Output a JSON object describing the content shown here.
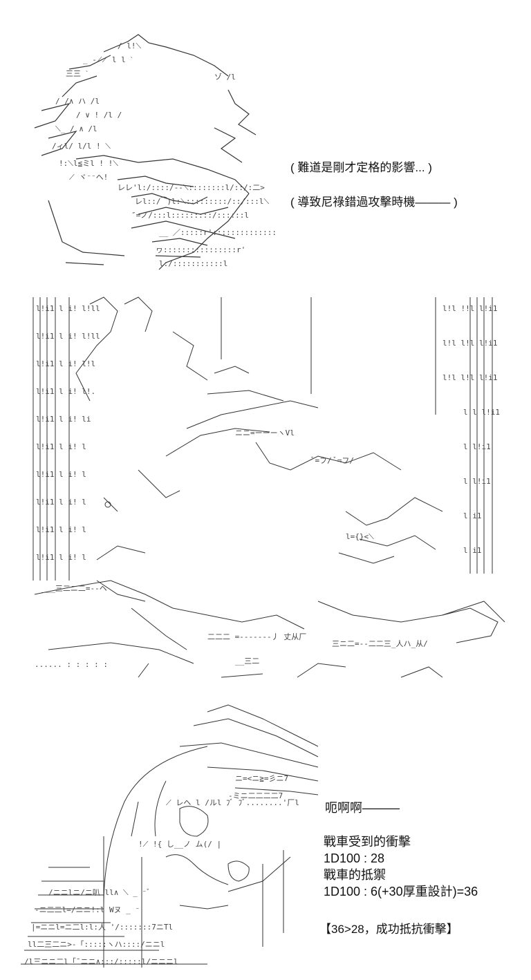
{
  "panel1": {
    "caption_line1": "( 難道是剛才定格的影響... )",
    "caption_line2": "( 導致尼祿錯過攻擊時機——— )"
  },
  "panel3": {
    "scream": "呃啊啊———",
    "damage_label": "戰車受到的衝擊",
    "damage_roll": "1D100 : 28",
    "defense_label": "戰車的抵禦",
    "defense_roll": "1D100 : 6(+30厚重設計)=36",
    "result": "【36>28，成功抵抗衝擊】"
  }
}
